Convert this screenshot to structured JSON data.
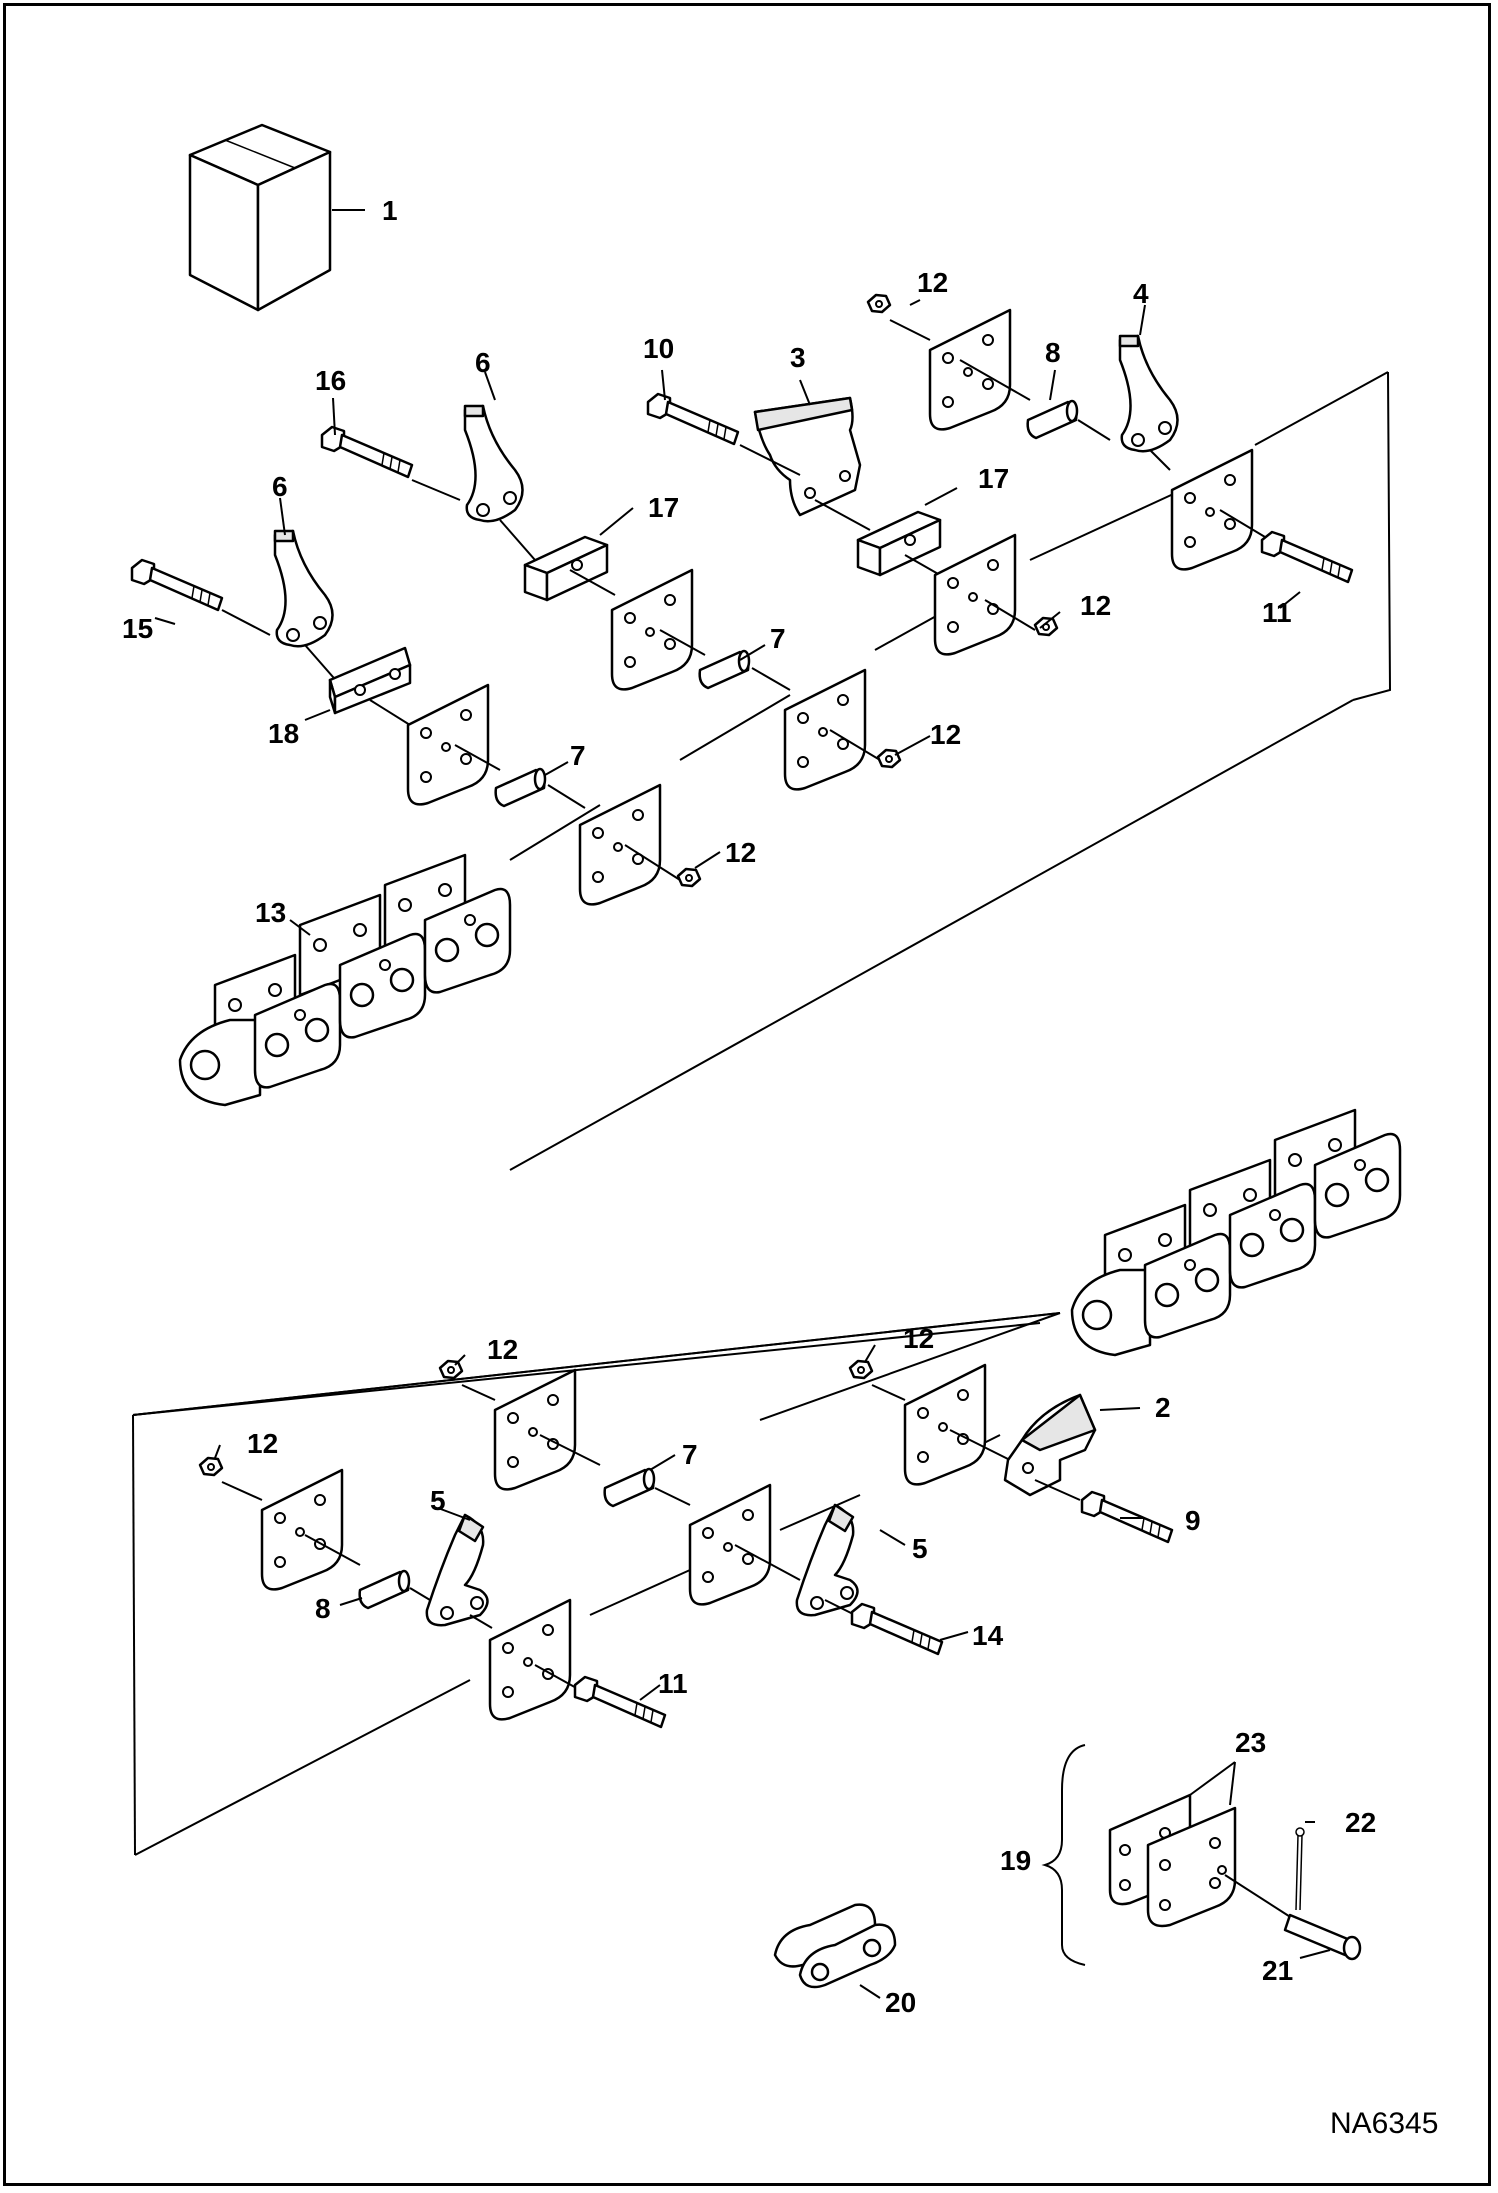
{
  "drawing_code": "NA6345",
  "callouts": {
    "c1": "1",
    "c2": "2",
    "c3": "3",
    "c4": "4",
    "c5a": "5",
    "c5b": "5",
    "c6a": "6",
    "c6b": "6",
    "c7a": "7",
    "c7b": "7",
    "c7c": "7",
    "c8a": "8",
    "c8b": "8",
    "c9": "9",
    "c10": "10",
    "c11a": "11",
    "c11b": "11",
    "c12a": "12",
    "c12b": "12",
    "c12c": "12",
    "c12d": "12",
    "c12e": "12",
    "c12f": "12",
    "c12g": "12",
    "c13": "13",
    "c14": "14",
    "c15": "15",
    "c16": "16",
    "c17a": "17",
    "c17b": "17",
    "c18": "18",
    "c19": "19",
    "c20": "20",
    "c21": "21",
    "c22": "22",
    "c23": "23"
  }
}
